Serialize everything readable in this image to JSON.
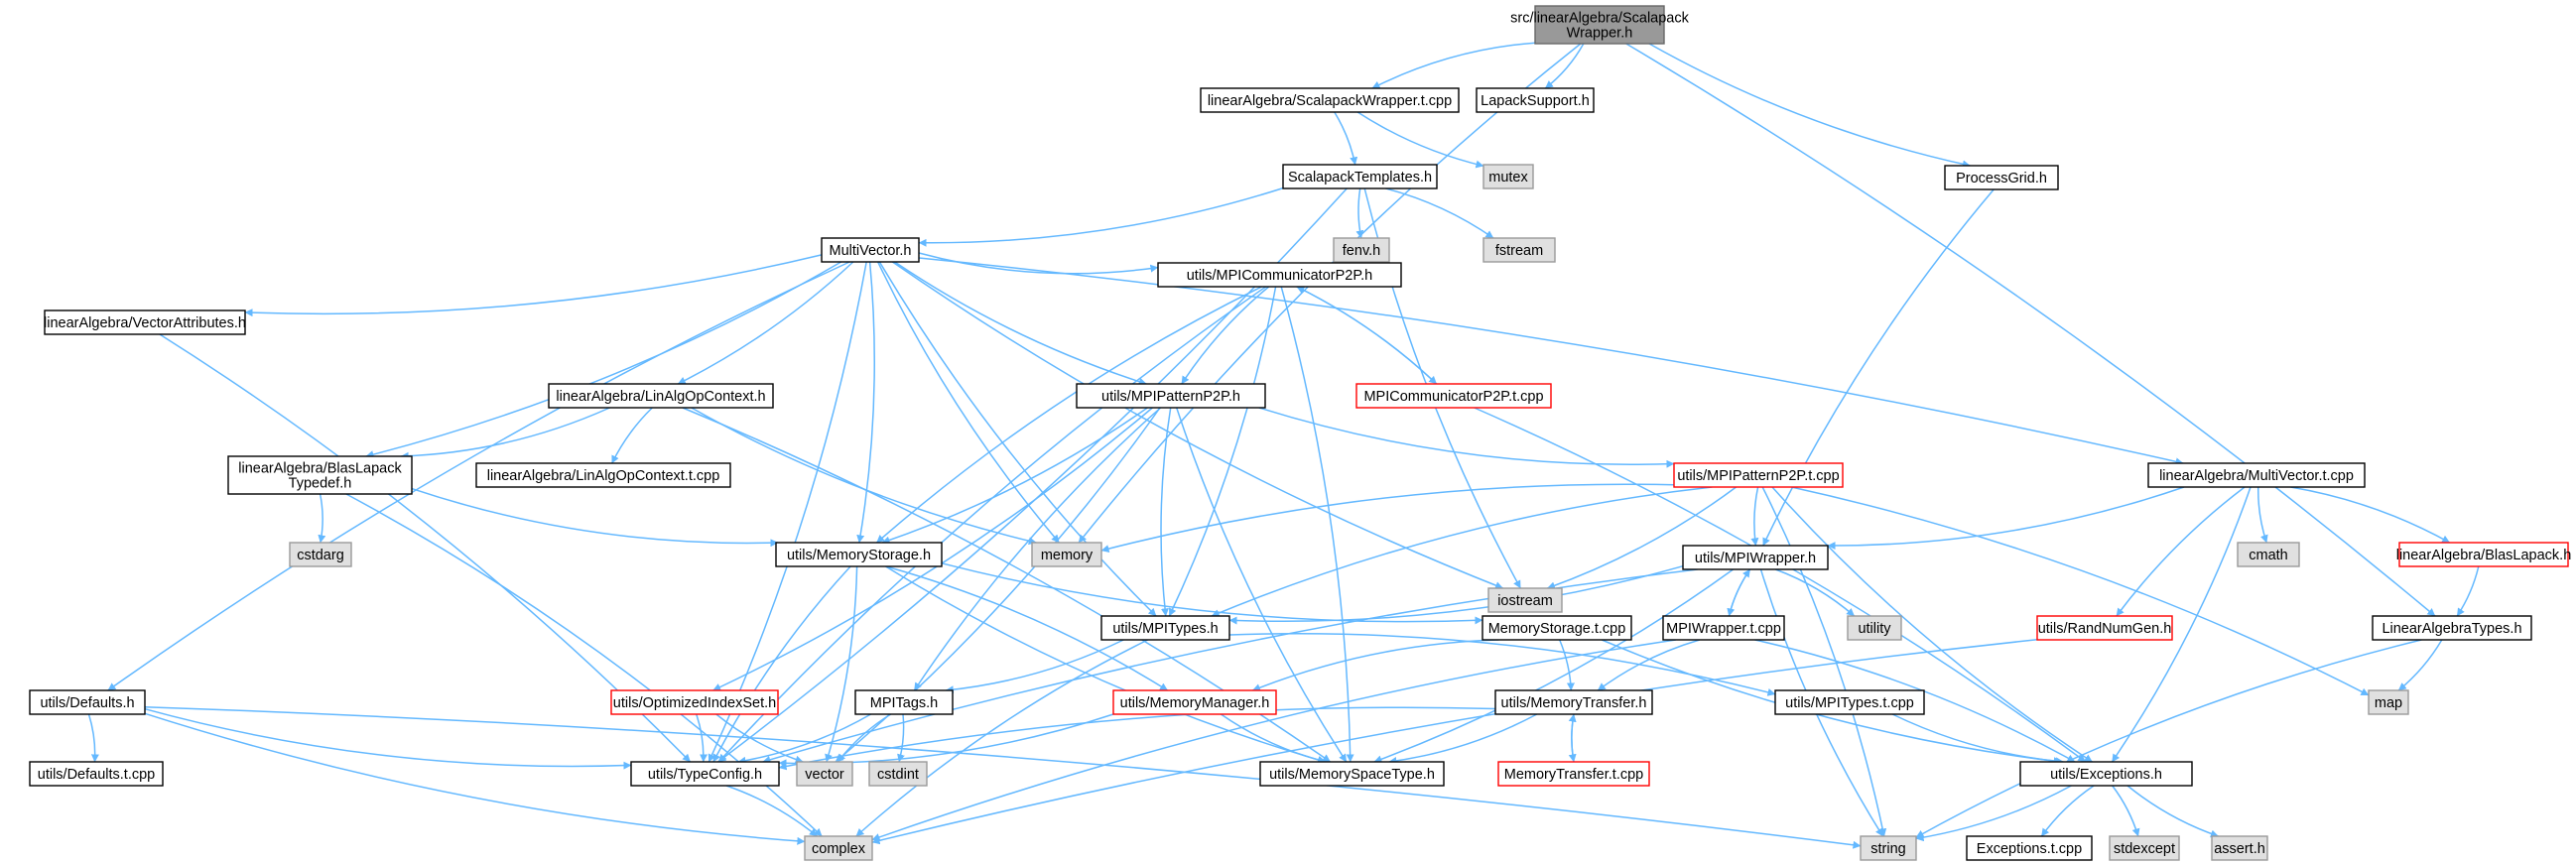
{
  "colors": {
    "edge": "#63b8ff",
    "normal_fill": "#ffffff",
    "normal_border": "#000000",
    "focus_fill": "#999999",
    "focus_border": "#666666",
    "external_fill": "#e0e0e0",
    "external_border": "#999999",
    "truncated_border": "#ff0000"
  },
  "nodes": {
    "sw": {
      "label": "src/linearAlgebra/ScalapackWrapper.h",
      "lines": [
        "src/linearAlgebra/Scalapack",
        "Wrapper.h"
      ],
      "kind": "focus"
    },
    "swt": {
      "label": "linearAlgebra/ScalapackWrapper.t.cpp",
      "kind": "normal"
    },
    "lapack": {
      "label": "LapackSupport.h",
      "kind": "normal"
    },
    "pgrid": {
      "label": "ProcessGrid.h",
      "kind": "normal"
    },
    "mutex": {
      "label": "mutex",
      "kind": "external"
    },
    "sctpl": {
      "label": "ScalapackTemplates.h",
      "kind": "normal"
    },
    "fenv": {
      "label": "fenv.h",
      "kind": "external"
    },
    "fstream": {
      "label": "fstream",
      "kind": "external"
    },
    "mv": {
      "label": "MultiVector.h",
      "kind": "normal"
    },
    "va": {
      "label": "linearAlgebra/VectorAttributes.h",
      "kind": "normal"
    },
    "mpic": {
      "label": "utils/MPICommunicatorP2P.h",
      "kind": "normal"
    },
    "lao": {
      "label": "linearAlgebra/LinAlgOpContext.h",
      "kind": "normal"
    },
    "mpp": {
      "label": "utils/MPIPatternP2P.h",
      "kind": "normal"
    },
    "mpict": {
      "label": "MPICommunicatorP2P.t.cpp",
      "kind": "truncated"
    },
    "blt": {
      "label": "linearAlgebra/BlasLapackTypedef.h",
      "lines": [
        "linearAlgebra/BlasLapack",
        "Typedef.h"
      ],
      "kind": "normal"
    },
    "laot": {
      "label": "linearAlgebra/LinAlgOpContext.t.cpp",
      "kind": "normal"
    },
    "mppt": {
      "label": "utils/MPIPatternP2P.t.cpp",
      "kind": "truncated"
    },
    "mvt": {
      "label": "linearAlgebra/MultiVector.t.cpp",
      "kind": "normal"
    },
    "cstdarg": {
      "label": "cstdarg",
      "kind": "external"
    },
    "ms": {
      "label": "utils/MemoryStorage.h",
      "kind": "normal"
    },
    "memory": {
      "label": "memory",
      "kind": "external"
    },
    "iostream": {
      "label": "iostream",
      "kind": "external"
    },
    "mpiw": {
      "label": "utils/MPIWrapper.h",
      "kind": "normal"
    },
    "cmath": {
      "label": "cmath",
      "kind": "external"
    },
    "bl": {
      "label": "linearAlgebra/BlasLapack.h",
      "kind": "truncated"
    },
    "mpit": {
      "label": "utils/MPITypes.h",
      "kind": "normal"
    },
    "mst": {
      "label": "MemoryStorage.t.cpp",
      "kind": "normal"
    },
    "mpiwt": {
      "label": "MPIWrapper.t.cpp",
      "kind": "normal"
    },
    "utility": {
      "label": "utility",
      "kind": "external"
    },
    "rng": {
      "label": "utils/RandNumGen.h",
      "kind": "truncated"
    },
    "lat": {
      "label": "LinearAlgebraTypes.h",
      "kind": "normal"
    },
    "def": {
      "label": "utils/Defaults.h",
      "kind": "normal"
    },
    "ois": {
      "label": "utils/OptimizedIndexSet.h",
      "kind": "truncated"
    },
    "tags": {
      "label": "MPITags.h",
      "kind": "normal"
    },
    "mm": {
      "label": "utils/MemoryManager.h",
      "kind": "truncated"
    },
    "mt": {
      "label": "utils/MemoryTransfer.h",
      "kind": "normal"
    },
    "mpitt": {
      "label": "utils/MPITypes.t.cpp",
      "kind": "normal"
    },
    "map": {
      "label": "map",
      "kind": "external"
    },
    "deft": {
      "label": "utils/Defaults.t.cpp",
      "kind": "normal"
    },
    "tc": {
      "label": "utils/TypeConfig.h",
      "kind": "normal"
    },
    "vector": {
      "label": "vector",
      "kind": "external"
    },
    "cstdint": {
      "label": "cstdint",
      "kind": "external"
    },
    "mst2": {
      "label": "utils/MemorySpaceType.h",
      "kind": "normal"
    },
    "mtt": {
      "label": "MemoryTransfer.t.cpp",
      "kind": "truncated"
    },
    "exc": {
      "label": "utils/Exceptions.h",
      "kind": "normal"
    },
    "complex": {
      "label": "complex",
      "kind": "external"
    },
    "string": {
      "label": "string",
      "kind": "external"
    },
    "exct": {
      "label": "Exceptions.t.cpp",
      "kind": "normal"
    },
    "stdexcept": {
      "label": "stdexcept",
      "kind": "external"
    },
    "assert": {
      "label": "assert.h",
      "kind": "external"
    }
  },
  "edges": [
    [
      "sw",
      "swt"
    ],
    [
      "sw",
      "lapack"
    ],
    [
      "sw",
      "pgrid"
    ],
    [
      "sw",
      "lat"
    ],
    [
      "sw",
      "memory"
    ],
    [
      "swt",
      "sctpl"
    ],
    [
      "swt",
      "mutex"
    ],
    [
      "sctpl",
      "mv"
    ],
    [
      "sctpl",
      "fenv"
    ],
    [
      "sctpl",
      "fstream"
    ],
    [
      "sctpl",
      "iostream"
    ],
    [
      "sctpl",
      "tc"
    ],
    [
      "pgrid",
      "mpiw"
    ],
    [
      "mv",
      "va"
    ],
    [
      "mv",
      "mpic"
    ],
    [
      "mv",
      "lao"
    ],
    [
      "mv",
      "mpp"
    ],
    [
      "mv",
      "blt"
    ],
    [
      "mv",
      "memory"
    ],
    [
      "mv",
      "ms"
    ],
    [
      "mv",
      "mpit"
    ],
    [
      "mv",
      "tc"
    ],
    [
      "mv",
      "def"
    ],
    [
      "mv",
      "mvt"
    ],
    [
      "mv",
      "iostream"
    ],
    [
      "va",
      "tc"
    ],
    [
      "mpic",
      "mpp"
    ],
    [
      "mpic",
      "mpict"
    ],
    [
      "mpic",
      "ms"
    ],
    [
      "mpic",
      "mpit"
    ],
    [
      "mpic",
      "tc"
    ],
    [
      "mpic",
      "mst2"
    ],
    [
      "mpict",
      "mpic"
    ],
    [
      "mpict",
      "exc"
    ],
    [
      "lao",
      "laot"
    ],
    [
      "lao",
      "blt"
    ],
    [
      "lao",
      "memory"
    ],
    [
      "lao",
      "mst2"
    ],
    [
      "mpp",
      "mppt"
    ],
    [
      "mpp",
      "ms"
    ],
    [
      "mpp",
      "mpit"
    ],
    [
      "mpp",
      "ois"
    ],
    [
      "mpp",
      "mst2"
    ],
    [
      "mpp",
      "vector"
    ],
    [
      "mpp",
      "tags"
    ],
    [
      "blt",
      "cstdarg"
    ],
    [
      "blt",
      "ms"
    ],
    [
      "blt",
      "complex"
    ],
    [
      "mppt",
      "memory"
    ],
    [
      "mppt",
      "iostream"
    ],
    [
      "mppt",
      "mpiw"
    ],
    [
      "mppt",
      "map"
    ],
    [
      "mppt",
      "exc"
    ],
    [
      "mppt",
      "string"
    ],
    [
      "mppt",
      "mpit"
    ],
    [
      "mvt",
      "mpiw"
    ],
    [
      "mvt",
      "cmath"
    ],
    [
      "mvt",
      "bl"
    ],
    [
      "mvt",
      "rng"
    ],
    [
      "mvt",
      "exc"
    ],
    [
      "ms",
      "mst"
    ],
    [
      "ms",
      "mm"
    ],
    [
      "ms",
      "tc"
    ],
    [
      "ms",
      "vector"
    ],
    [
      "ms",
      "mst2"
    ],
    [
      "mpiw",
      "mpit"
    ],
    [
      "mpiw",
      "mpiwt"
    ],
    [
      "mpiw",
      "utility"
    ],
    [
      "mpiw",
      "string"
    ],
    [
      "mpiw",
      "mst2"
    ],
    [
      "mpiw",
      "tc"
    ],
    [
      "mpiwt",
      "mpiw"
    ],
    [
      "mpiwt",
      "mt"
    ],
    [
      "mpiwt",
      "exc"
    ],
    [
      "mpiwt",
      "complex"
    ],
    [
      "bl",
      "lat"
    ],
    [
      "rng",
      "complex"
    ],
    [
      "lat",
      "map"
    ],
    [
      "lat",
      "string"
    ],
    [
      "mpit",
      "mpitt"
    ],
    [
      "mpit",
      "complex"
    ],
    [
      "mpit",
      "tags"
    ],
    [
      "mst",
      "mm"
    ],
    [
      "mst",
      "mt"
    ],
    [
      "mst",
      "exc"
    ],
    [
      "def",
      "deft"
    ],
    [
      "def",
      "tc"
    ],
    [
      "def",
      "string"
    ],
    [
      "def",
      "complex"
    ],
    [
      "ois",
      "tc"
    ],
    [
      "ois",
      "vector"
    ],
    [
      "tags",
      "tc"
    ],
    [
      "tags",
      "vector"
    ],
    [
      "tags",
      "cstdint"
    ],
    [
      "mm",
      "mst2"
    ],
    [
      "mm",
      "tc"
    ],
    [
      "mt",
      "mtt"
    ],
    [
      "mt",
      "mst2"
    ],
    [
      "mt",
      "tc"
    ],
    [
      "mtt",
      "mt"
    ],
    [
      "mpitt",
      "exc"
    ],
    [
      "tc",
      "complex"
    ],
    [
      "exc",
      "exct"
    ],
    [
      "exc",
      "stdexcept"
    ],
    [
      "exc",
      "assert"
    ],
    [
      "exc",
      "string"
    ]
  ]
}
